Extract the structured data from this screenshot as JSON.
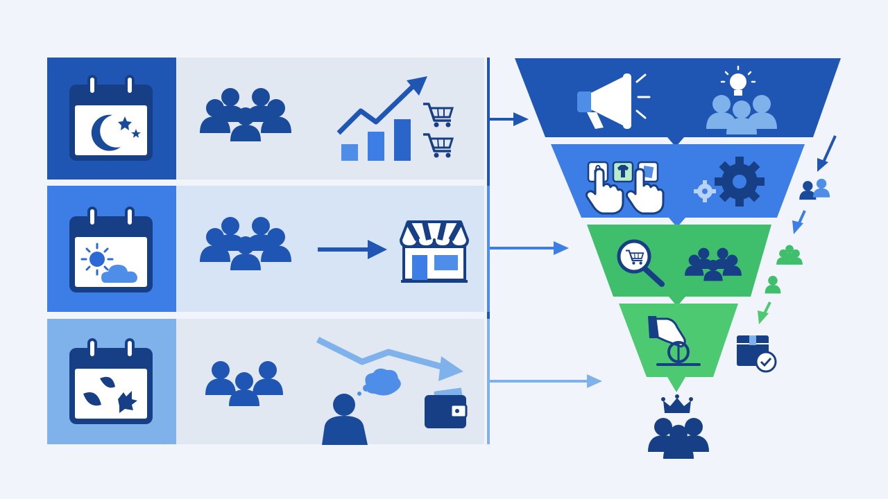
{
  "palette": {
    "background": "#f1f5fb",
    "navy": "#1a4a9a",
    "blue_dark": "#1f56b3",
    "blue_mid": "#3d7ee6",
    "blue_light": "#7fb2ea",
    "green": "#3fbf6b",
    "green_light": "#4cc971",
    "panel_1": "#e2e8f2",
    "panel_2": "#d6e4f5",
    "panel_3": "#e2e8f2"
  },
  "rows": [
    {
      "season": "winter",
      "icons": [
        "calendar-moon-stars-icon",
        "crowd-icon",
        "rising-trend-bars-icon",
        "shopping-cart-icon",
        "shopping-cart-icon"
      ]
    },
    {
      "season": "summer",
      "icons": [
        "calendar-sun-cloud-icon",
        "crowd-icon",
        "arrow-right-icon",
        "storefront-icon"
      ]
    },
    {
      "season": "autumn",
      "icons": [
        "calendar-leaves-icon",
        "group-icon",
        "falling-trend-icon",
        "thinking-person-icon",
        "wallet-icon"
      ]
    }
  ],
  "funnel_stages": [
    {
      "stage": "awareness",
      "icons": [
        "megaphone-icon",
        "lightbulb-audience-icon"
      ]
    },
    {
      "stage": "interest",
      "icons": [
        "product-cards-tap-icon",
        "gears-icon"
      ]
    },
    {
      "stage": "consideration",
      "icons": [
        "cart-search-icon",
        "crowd-icon"
      ]
    },
    {
      "stage": "purchase",
      "icons": [
        "hand-coin-icon"
      ]
    }
  ],
  "outcome": {
    "icons": [
      "crown-icon",
      "loyal-customers-icon"
    ]
  },
  "side_flow": {
    "icons": [
      "users-icon",
      "users-icon",
      "user-icon",
      "box-check-icon"
    ]
  }
}
